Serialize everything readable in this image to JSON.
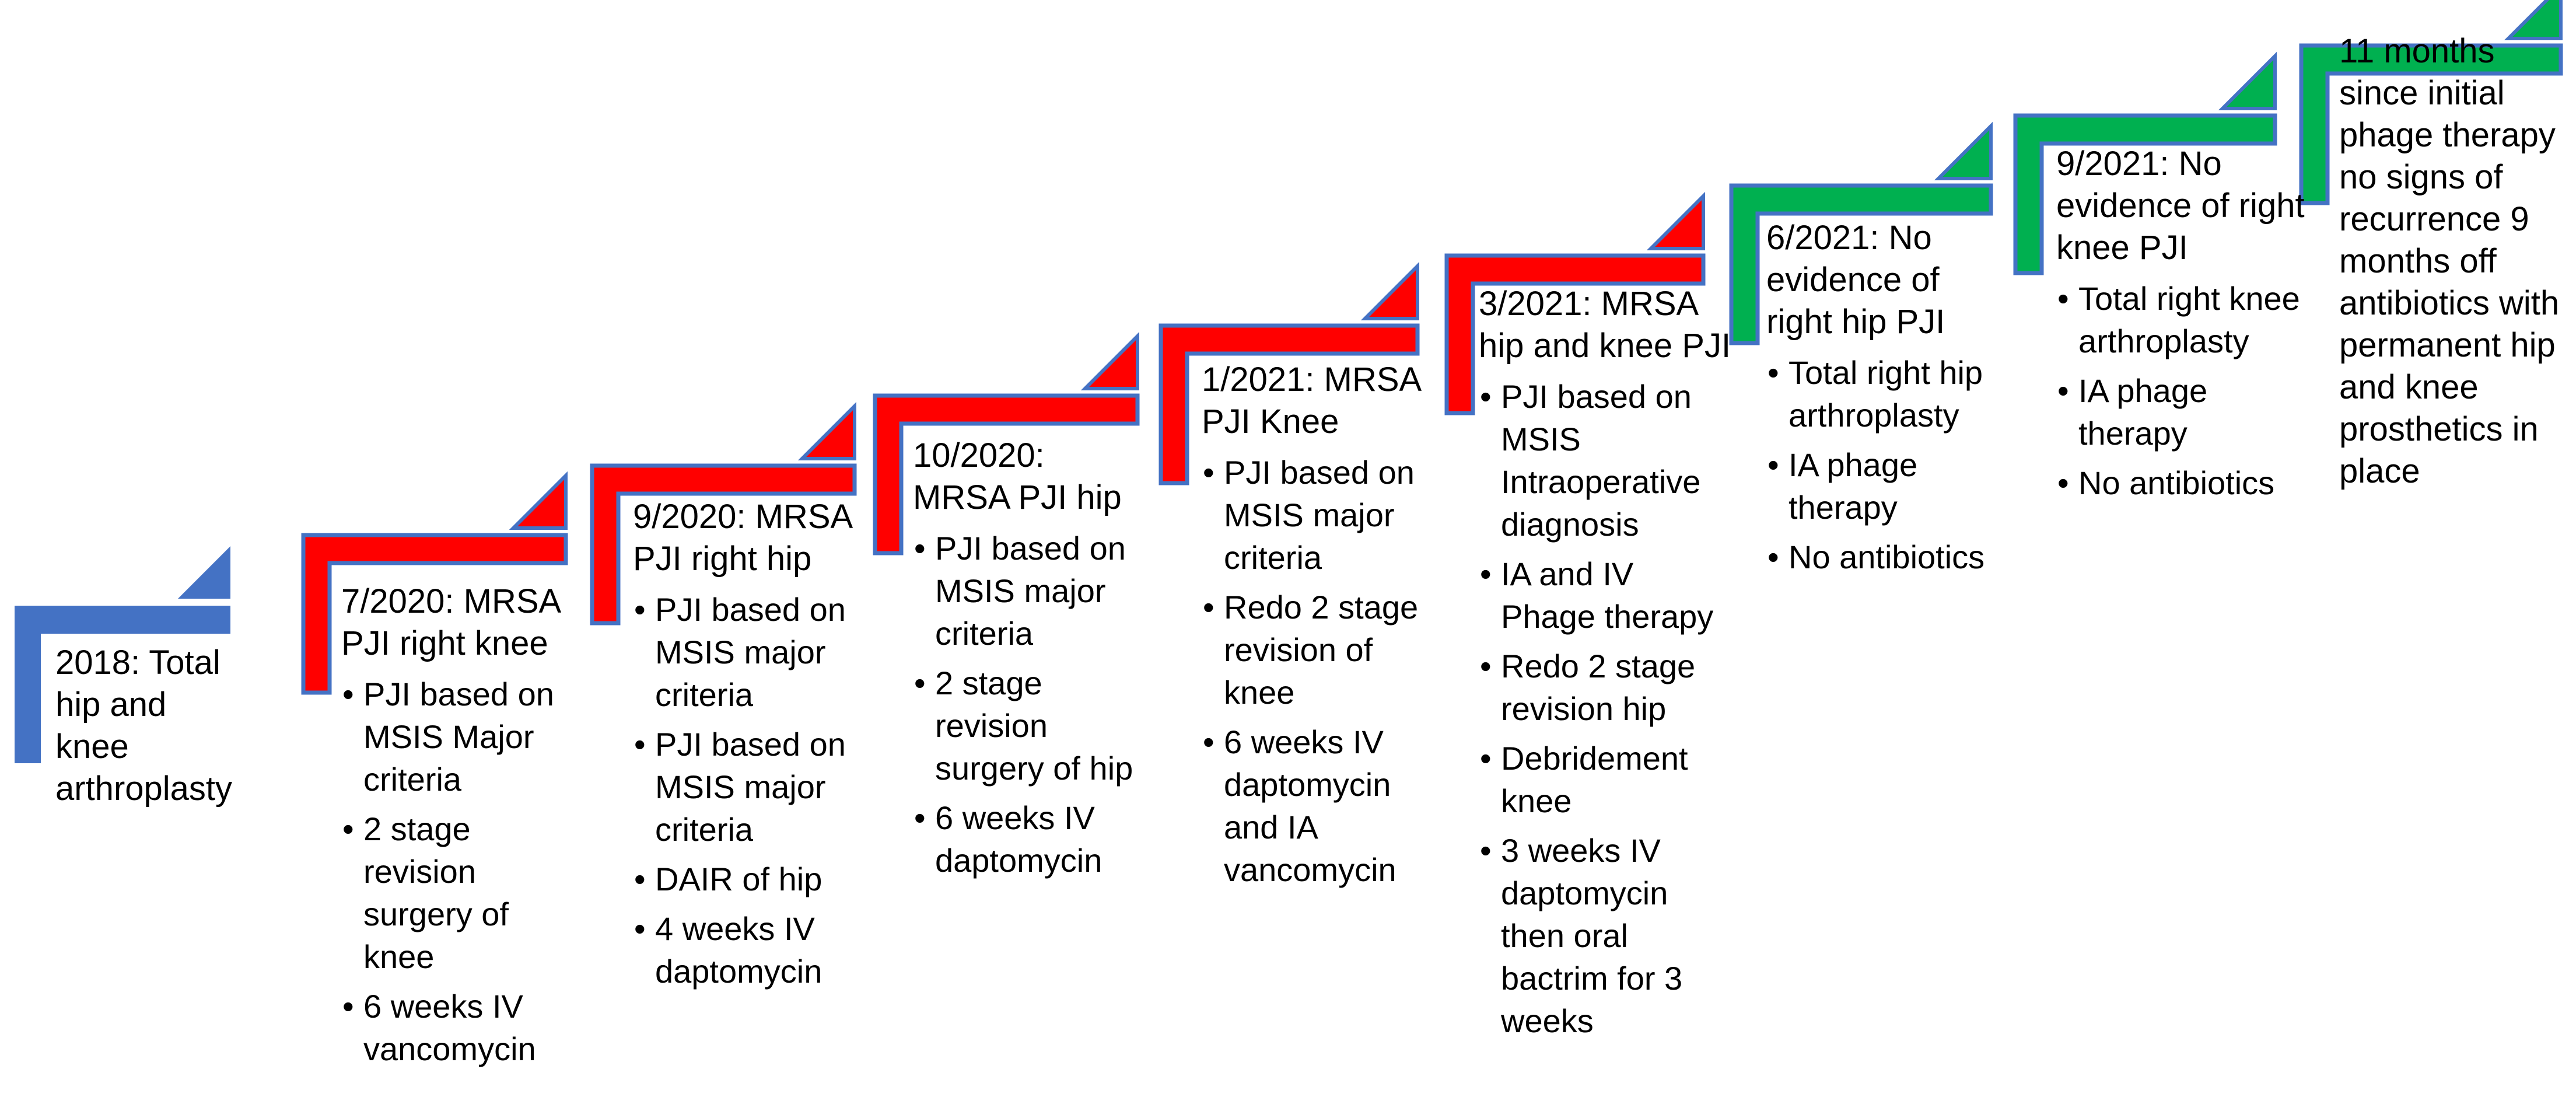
{
  "colors": {
    "blue": "#4472C4",
    "red": "#FF0000",
    "green": "#00B050",
    "outline": "#4472C4"
  },
  "steps": [
    {
      "color": "blue",
      "title": "2018: Total hip and knee arthroplasty",
      "bullets": []
    },
    {
      "color": "red",
      "title": "7/2020: MRSA PJI right knee",
      "bullets": [
        "PJI based on MSIS Major criteria",
        "2 stage revision surgery of knee",
        "6 weeks IV vancomycin"
      ]
    },
    {
      "color": "red",
      "title": "9/2020: MRSA PJI right hip",
      "bullets": [
        "PJI based on MSIS major criteria",
        "PJI based on MSIS major criteria",
        "DAIR of hip",
        "4 weeks IV daptomycin"
      ]
    },
    {
      "color": "red",
      "title": "10/2020: MRSA PJI hip",
      "bullets": [
        "PJI based on MSIS major criteria",
        "2 stage revision surgery of hip",
        "6 weeks IV daptomycin"
      ]
    },
    {
      "color": "red",
      "title": "1/2021: MRSA PJI Knee",
      "bullets": [
        "PJI based on MSIS major criteria",
        "Redo 2 stage revision of knee",
        "6 weeks IV daptomycin and IA vancomycin"
      ]
    },
    {
      "color": "red",
      "title": "3/2021: MRSA hip and knee PJI",
      "bullets": [
        "PJI based on MSIS Intraoperative diagnosis",
        "IA and IV Phage therapy",
        "Redo 2 stage revision hip",
        "Debridement knee",
        "3 weeks IV daptomycin then oral bactrim for 3 weeks"
      ]
    },
    {
      "color": "green",
      "title": "6/2021: No evidence of right hip PJI",
      "bullets": [
        "Total right hip arthroplasty",
        "IA phage therapy",
        "No antibiotics"
      ]
    },
    {
      "color": "green",
      "title": "9/2021: No evidence of right knee PJI",
      "bullets": [
        "Total right knee arthroplasty",
        "IA phage therapy",
        "No antibiotics"
      ]
    },
    {
      "color": "green",
      "title": "11 months since initial phage therapy no signs of recurrence 9 months off antibiotics with permanent hip and knee prosthetics in place",
      "bullets": []
    }
  ]
}
